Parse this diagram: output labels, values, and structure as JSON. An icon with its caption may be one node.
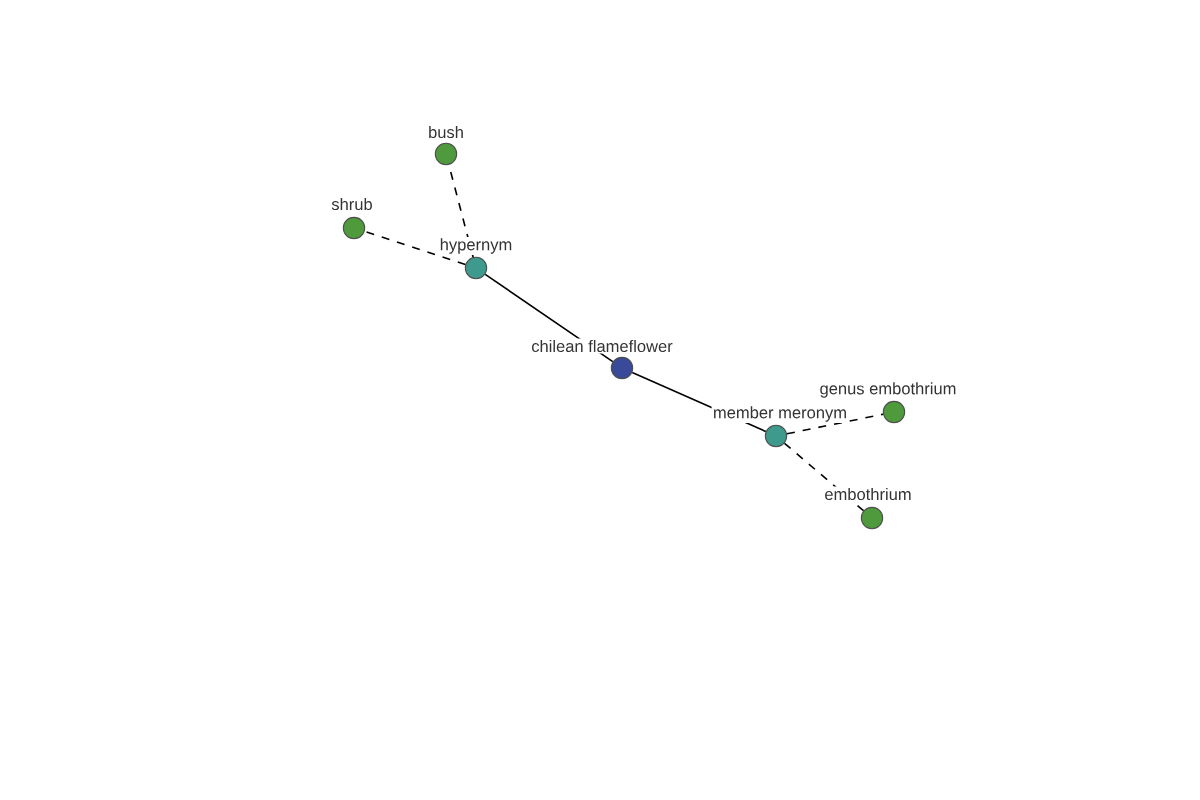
{
  "diagram": {
    "nodes": [
      {
        "text": [
          "bush"
        ]
      },
      {
        "text": [
          "shrub"
        ]
      },
      {
        "text": [
          "hypernym"
        ]
      },
      {
        "text": [
          "chilean flameflower"
        ]
      },
      {
        "text": [
          "genus embothrium"
        ]
      },
      {
        "text": [
          "member meronym"
        ]
      },
      {
        "text": [
          "embothrium"
        ]
      }
    ],
    "edges": [
      {
        "from": 3,
        "to": 2,
        "arrow": "none"
      },
      {
        "from": 3,
        "to": 5,
        "arrow": "none"
      },
      {
        "from": 2,
        "to": 0,
        "arrow": "none",
        "style": "dashed"
      },
      {
        "from": 2,
        "to": 1,
        "arrow": "none",
        "style": "dashed"
      },
      {
        "from": 5,
        "to": 4,
        "arrow": "none",
        "style": "dashed"
      },
      {
        "from": 5,
        "to": 6,
        "arrow": "none",
        "style": "dashed"
      }
    ]
  }
}
